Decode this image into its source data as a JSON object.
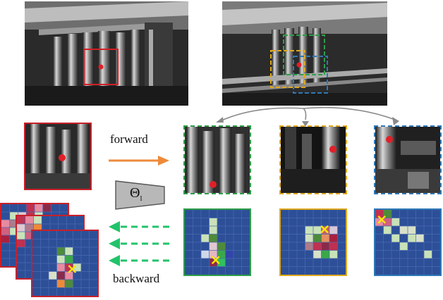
{
  "labels": {
    "forward": "forward",
    "backward": "backward",
    "theta": "Θ",
    "theta_sub": "l"
  },
  "colors": {
    "red": "#c8202a",
    "green": "#2e9e4a",
    "yellow": "#e0a81c",
    "blue": "#2f78b7",
    "orange_arrow": "#ee8a3a",
    "green_arrow": "#22c36a",
    "grid_bg": "#2d4f98",
    "grid_line": "#4a6ab0",
    "curve_arrow": "#888888"
  },
  "heatmaps": [
    {
      "name": "green-heatmap",
      "cells": [
        [
          3,
          1,
          "#c9e2b8"
        ],
        [
          3,
          2,
          "#c9e2b8"
        ],
        [
          2,
          3,
          "#c9e2b8"
        ],
        [
          3,
          3,
          "#4e8b3a"
        ],
        [
          3,
          4,
          "#e0c8d0"
        ],
        [
          4,
          4,
          "#4e8b3a"
        ],
        [
          2,
          5,
          "#d0d8e8"
        ],
        [
          3,
          5,
          "#e4b8c0"
        ],
        [
          4,
          5,
          "#3aa84a"
        ],
        [
          5,
          5,
          "#3344aa"
        ],
        [
          3,
          6,
          "#8a2a4a"
        ],
        [
          4,
          6,
          "#30c060"
        ]
      ],
      "marker": [
        3.8,
        6.2
      ]
    },
    {
      "name": "yellow-heatmap",
      "cells": [
        [
          3,
          2,
          "#c9e2b8"
        ],
        [
          4,
          2,
          "#c9e2b8"
        ],
        [
          5,
          2,
          "#c06070"
        ],
        [
          6,
          2,
          "#d8c8d8"
        ],
        [
          3,
          3,
          "#cfe0c0"
        ],
        [
          4,
          3,
          "#4e8b3a"
        ],
        [
          5,
          3,
          "#e89060"
        ],
        [
          6,
          3,
          "#a82040"
        ],
        [
          3,
          4,
          "#b07a8a"
        ],
        [
          4,
          4,
          "#c03050"
        ],
        [
          5,
          4,
          "#8a2a4a"
        ],
        [
          6,
          4,
          "#c03050"
        ],
        [
          4,
          5,
          "#d8e0c8"
        ],
        [
          5,
          5,
          "#3aa84a"
        ],
        [
          6,
          5,
          "#c9e2b8"
        ]
      ],
      "marker": [
        5.4,
        2.4
      ]
    },
    {
      "name": "blue-heatmap",
      "cells": [
        [
          0,
          0,
          "#c03050"
        ],
        [
          1,
          0,
          "#4e8b3a"
        ],
        [
          0,
          1,
          "#e88aa0"
        ],
        [
          1,
          1,
          "#d06080"
        ],
        [
          2,
          1,
          "#c9e2b8"
        ],
        [
          1,
          2,
          "#c9e2b8"
        ],
        [
          3,
          2,
          "#d8e0c8"
        ],
        [
          4,
          2,
          "#d8e0c8"
        ],
        [
          2,
          3,
          "#c9e2b8"
        ],
        [
          4,
          3,
          "#c9e2b8"
        ],
        [
          5,
          3,
          "#d8e0c8"
        ],
        [
          3,
          4,
          "#c9e2b8"
        ],
        [
          6,
          5,
          "#c9e2b8"
        ]
      ],
      "marker": [
        0.8,
        1.2
      ]
    },
    {
      "name": "stack-back-heatmap",
      "cells": [
        [
          3,
          0,
          "#c03050"
        ],
        [
          4,
          0,
          "#e88aa0"
        ],
        [
          5,
          0,
          "#8a2a4a"
        ],
        [
          1,
          1,
          "#c9e2b8"
        ],
        [
          2,
          1,
          "#e0c8d0"
        ],
        [
          3,
          1,
          "#c03050"
        ],
        [
          4,
          1,
          "#c9e2b8"
        ],
        [
          0,
          2,
          "#e88aa0"
        ],
        [
          1,
          2,
          "#b07a8a"
        ],
        [
          2,
          2,
          "#c03050"
        ],
        [
          0,
          3,
          "#d06080"
        ],
        [
          1,
          3,
          "#c9e2b8"
        ],
        [
          0,
          4,
          "#a82040"
        ]
      ],
      "marker": null
    },
    {
      "name": "stack-middle-heatmap",
      "cells": [
        [
          0,
          0,
          "#c03050"
        ],
        [
          1,
          0,
          "#e88aa0"
        ],
        [
          2,
          0,
          "#c9e2b8"
        ],
        [
          0,
          1,
          "#e0c8d0"
        ],
        [
          1,
          1,
          "#b07a8a"
        ],
        [
          2,
          1,
          "#ee8a3a"
        ],
        [
          0,
          2,
          "#c9e2b8"
        ],
        [
          1,
          2,
          "#d06080"
        ],
        [
          0,
          3,
          "#c03050"
        ]
      ],
      "marker": null
    },
    {
      "name": "stack-front-heatmap",
      "cells": [
        [
          3,
          2,
          "#4e8b3a"
        ],
        [
          4,
          2,
          "#c9e2b8"
        ],
        [
          3,
          3,
          "#c9e2b8"
        ],
        [
          4,
          3,
          "#3aa84a"
        ],
        [
          3,
          4,
          "#e88aa0"
        ],
        [
          4,
          4,
          "#c03050"
        ],
        [
          5,
          4,
          "#c9e2b8"
        ],
        [
          2,
          5,
          "#d8e0c8"
        ],
        [
          3,
          5,
          "#8a2a4a"
        ],
        [
          4,
          5,
          "#e88aa0"
        ],
        [
          4,
          6,
          "#4e8b3a"
        ],
        [
          3,
          6,
          "#ee8a3a"
        ]
      ],
      "marker": [
        4.9,
        4.7
      ]
    }
  ]
}
